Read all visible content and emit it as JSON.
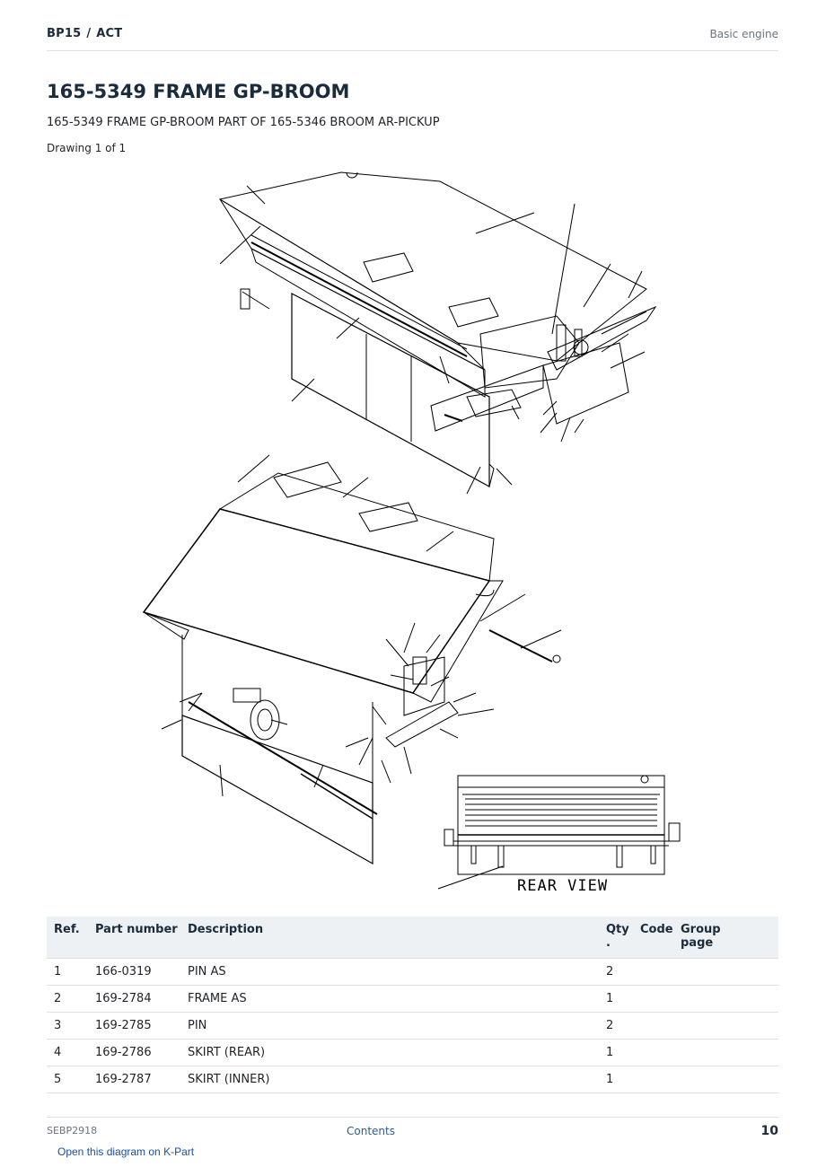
{
  "header": {
    "model": "BP15",
    "separator": "/",
    "product": "ACT",
    "section": "Basic engine"
  },
  "title": "165-5349 FRAME GP-BROOM",
  "subtitle": "165-5349 FRAME GP-BROOM PART OF 165-5346 BROOM AR-PICKUP",
  "drawing_label": "Drawing 1 of 1",
  "drawing": {
    "rear_view_label": "REAR VIEW"
  },
  "table": {
    "headers": [
      "Ref.",
      "Part number",
      "Description",
      "Qty\n.",
      "Code",
      "Group\npage"
    ],
    "rows": [
      {
        "ref": "1",
        "part_number": "166-0319",
        "description": "PIN AS",
        "qty": "2",
        "code": "",
        "group_page": ""
      },
      {
        "ref": "2",
        "part_number": "169-2784",
        "description": "FRAME AS",
        "qty": "1",
        "code": "",
        "group_page": ""
      },
      {
        "ref": "3",
        "part_number": "169-2785",
        "description": "PIN",
        "qty": "2",
        "code": "",
        "group_page": ""
      },
      {
        "ref": "4",
        "part_number": "169-2786",
        "description": "SKIRT (REAR)",
        "qty": "1",
        "code": "",
        "group_page": ""
      },
      {
        "ref": "5",
        "part_number": "169-2787",
        "description": "SKIRT (INNER)",
        "qty": "1",
        "code": "",
        "group_page": ""
      }
    ]
  },
  "footer": {
    "doc_id": "SEBP2918",
    "contents_link": "Contents",
    "page_number": "10"
  },
  "kpart_link": "Open this diagram on K-Part"
}
